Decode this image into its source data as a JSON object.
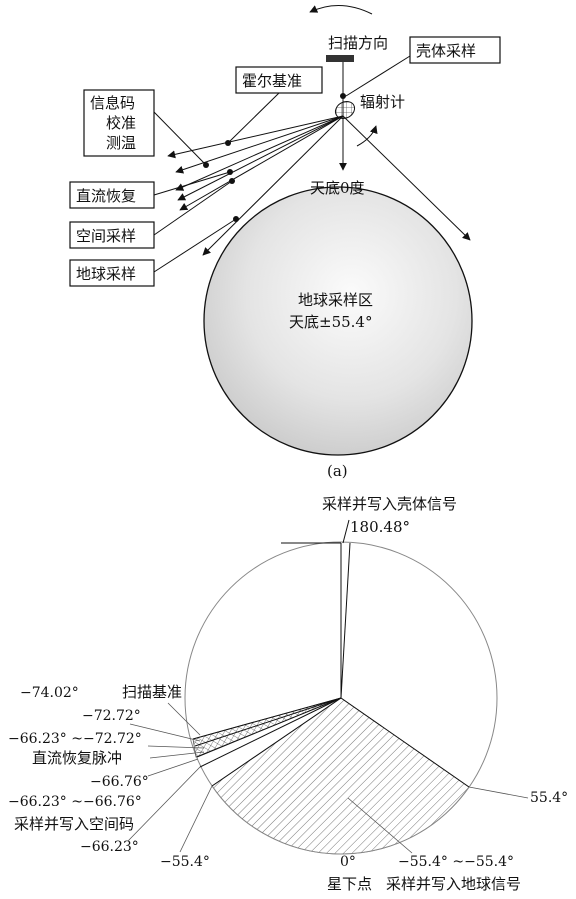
{
  "top": {
    "scan_direction": "扫描方向",
    "hall_reference": "霍尔基准",
    "shell_sampling": "壳体采样",
    "radiometer": "辐射计",
    "info_code_1": "信息码",
    "info_code_2": "校准",
    "info_code_3": "测温",
    "dc_restore": "直流恢复",
    "space_sampling": "空间采样",
    "earth_sampling": "地球采样",
    "nadir_zero": "天底0度",
    "earth_region": "地球采样区",
    "nadir_range": "天底±55.4°",
    "caption": "(a)"
  },
  "bottom": {
    "shell_signal": "采样并写入壳体信号",
    "angle_180": "180.48°",
    "angle_74": "−74.02°",
    "scan_reference": "扫描基准",
    "angle_7272": "−72.72°",
    "range_6623_7272": "−66.23° ~−72.72°",
    "dc_pulse": "直流恢复脉冲",
    "angle_6676": "−66.76°",
    "range_6623_6676": "−66.23° ~−66.76°",
    "space_code": "采样并写入空间码",
    "angle_6623": "−66.23°",
    "angle_neg554": "−55.4°",
    "angle_pos554": "55.4°",
    "zero_deg": "0°",
    "nadir_point": "星下点",
    "range_554": "−55.4° ~−55.4°",
    "earth_signal": "采样并写入地球信号"
  }
}
